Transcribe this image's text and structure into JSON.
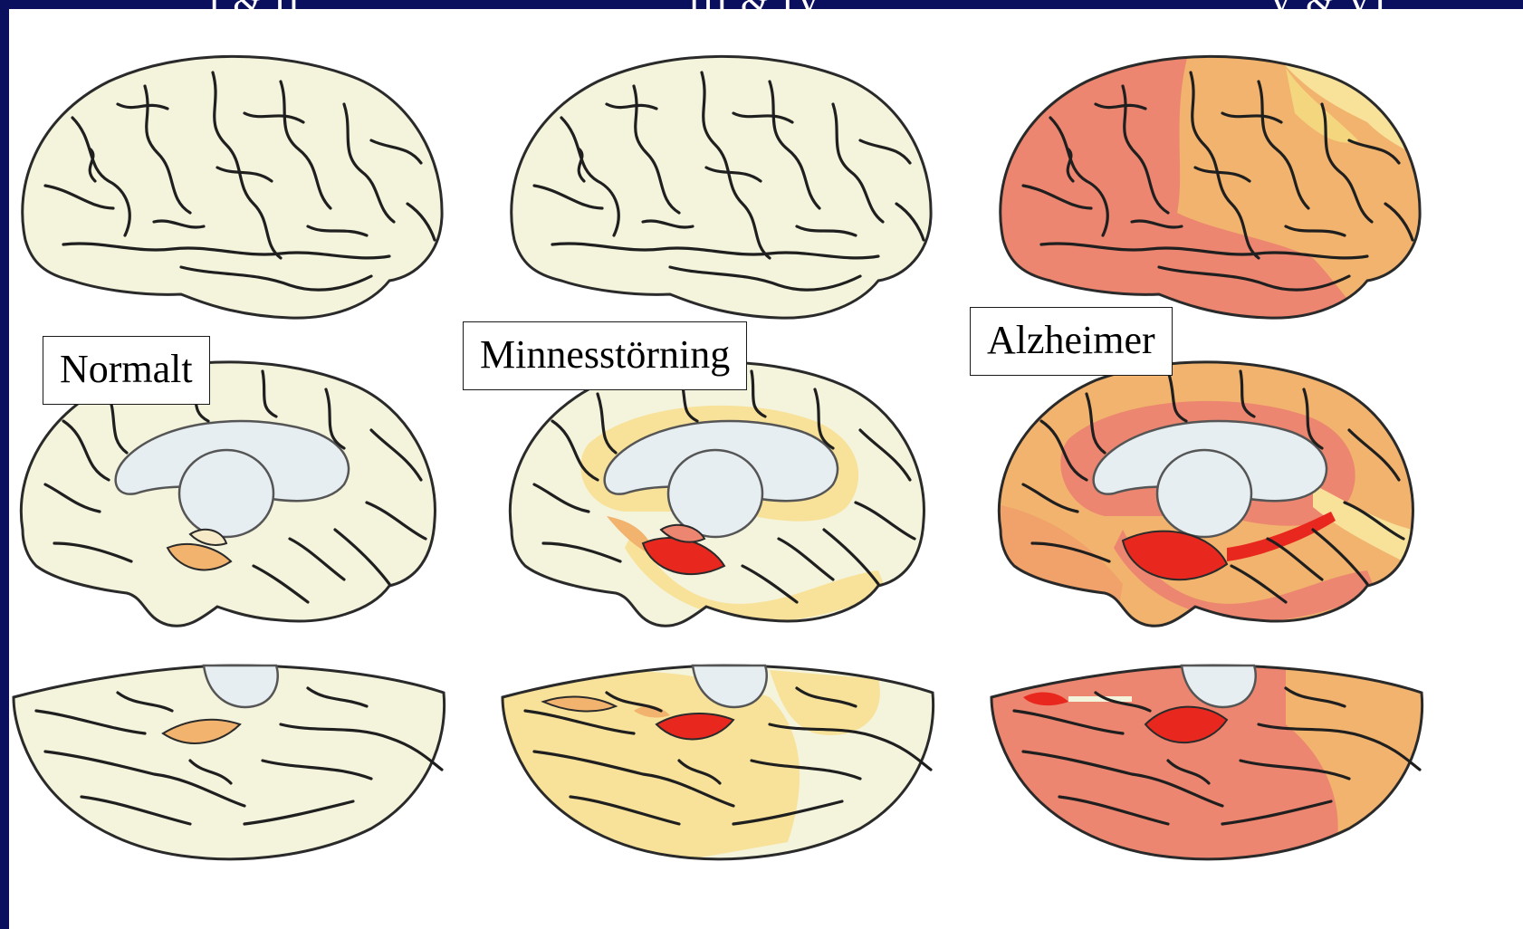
{
  "stage_headers": [
    "I & II",
    "III & IV",
    "V & VI"
  ],
  "labels": {
    "normal": "Normalt",
    "memory": "Minnesstörning",
    "alzheimer": "Alzheimer"
  },
  "colors": {
    "background": "#0a0f5e",
    "brain_base": "#f4f3dc",
    "ventricle": "#e6eef1",
    "mild": "#f8e29a",
    "moderate": "#f1b36d",
    "severe": "#ec8670",
    "hippocampus": "#e8281e"
  }
}
